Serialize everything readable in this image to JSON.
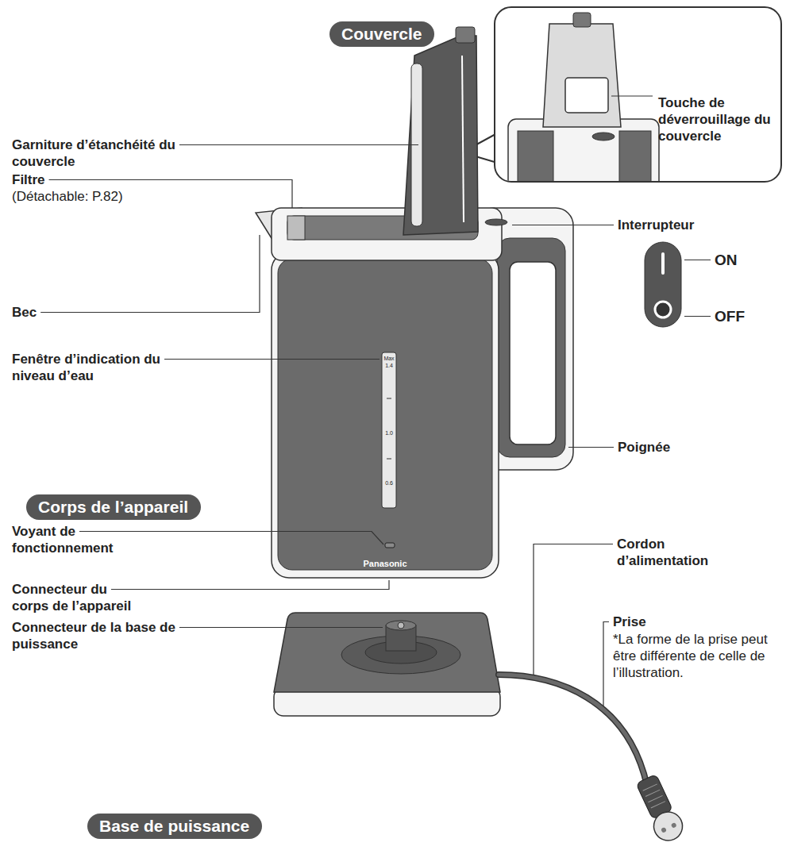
{
  "diagram": {
    "nodes": [
      {
        "text": [
          "Couvercle"
        ]
      },
      {
        "text": [
          "Touche de déverrouillage du couvercle"
        ]
      },
      {
        "text": [
          "Corps de l’appareil"
        ]
      },
      {
        "text": [
          "Base de puissance"
        ]
      }
    ],
    "labels": [
      "Garniture d’étanchéité du couvercle",
      "Filtre",
      "(Détachable: P.82)",
      "Bec",
      "Fenêtre d’indication du niveau d’eau",
      "Voyant de fonctionnement",
      "Connecteur du corps de l’appareil",
      "Connecteur de la base de puissance",
      "Interrupteur",
      "ON",
      "OFF",
      "Poignée",
      "Cordon d’alimentation",
      "Prise",
      "*La forme de la prise peut être différente de celle de l’illustration.",
      "Max",
      "1.4",
      "1.0",
      "0.6",
      "Panasonic"
    ]
  }
}
